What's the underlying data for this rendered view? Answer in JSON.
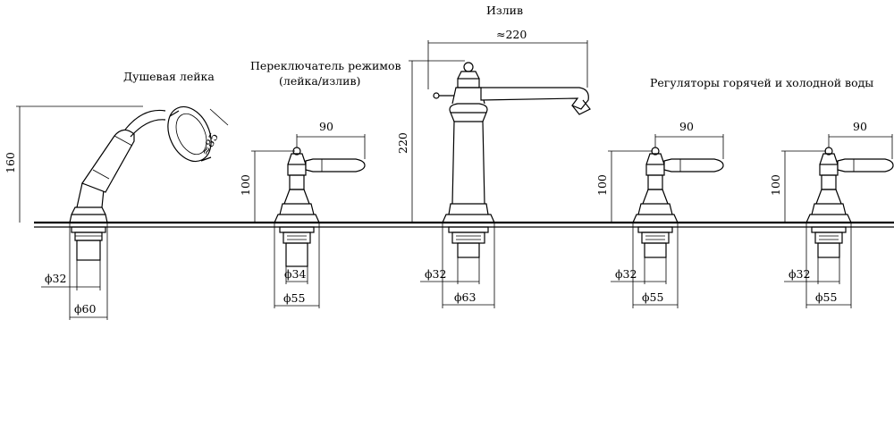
{
  "labels": {
    "hand_shower": "Душевая лейка",
    "switch_line1": "Переключатель режимов",
    "switch_line2": "(лейка/излив)",
    "spout": "Излив",
    "regulators": "Регуляторы горячей и холодной воды"
  },
  "dimensions": {
    "shower_height": "160",
    "shower_head_diam": "≈85",
    "shower_d32": "ϕ32",
    "shower_d60": "ϕ60",
    "switch_height": "100",
    "switch_lever": "90",
    "switch_d34": "ϕ34",
    "switch_d55": "ϕ55",
    "spout_width": "≈220",
    "spout_height": "220",
    "spout_d32": "ϕ32",
    "spout_d63": "ϕ63",
    "reg1_height": "100",
    "reg1_lever": "90",
    "reg1_d32": "ϕ32",
    "reg1_d55": "ϕ55",
    "reg2_height": "100",
    "reg2_lever": "90",
    "reg2_d32": "ϕ32",
    "reg2_d55": "ϕ55"
  }
}
